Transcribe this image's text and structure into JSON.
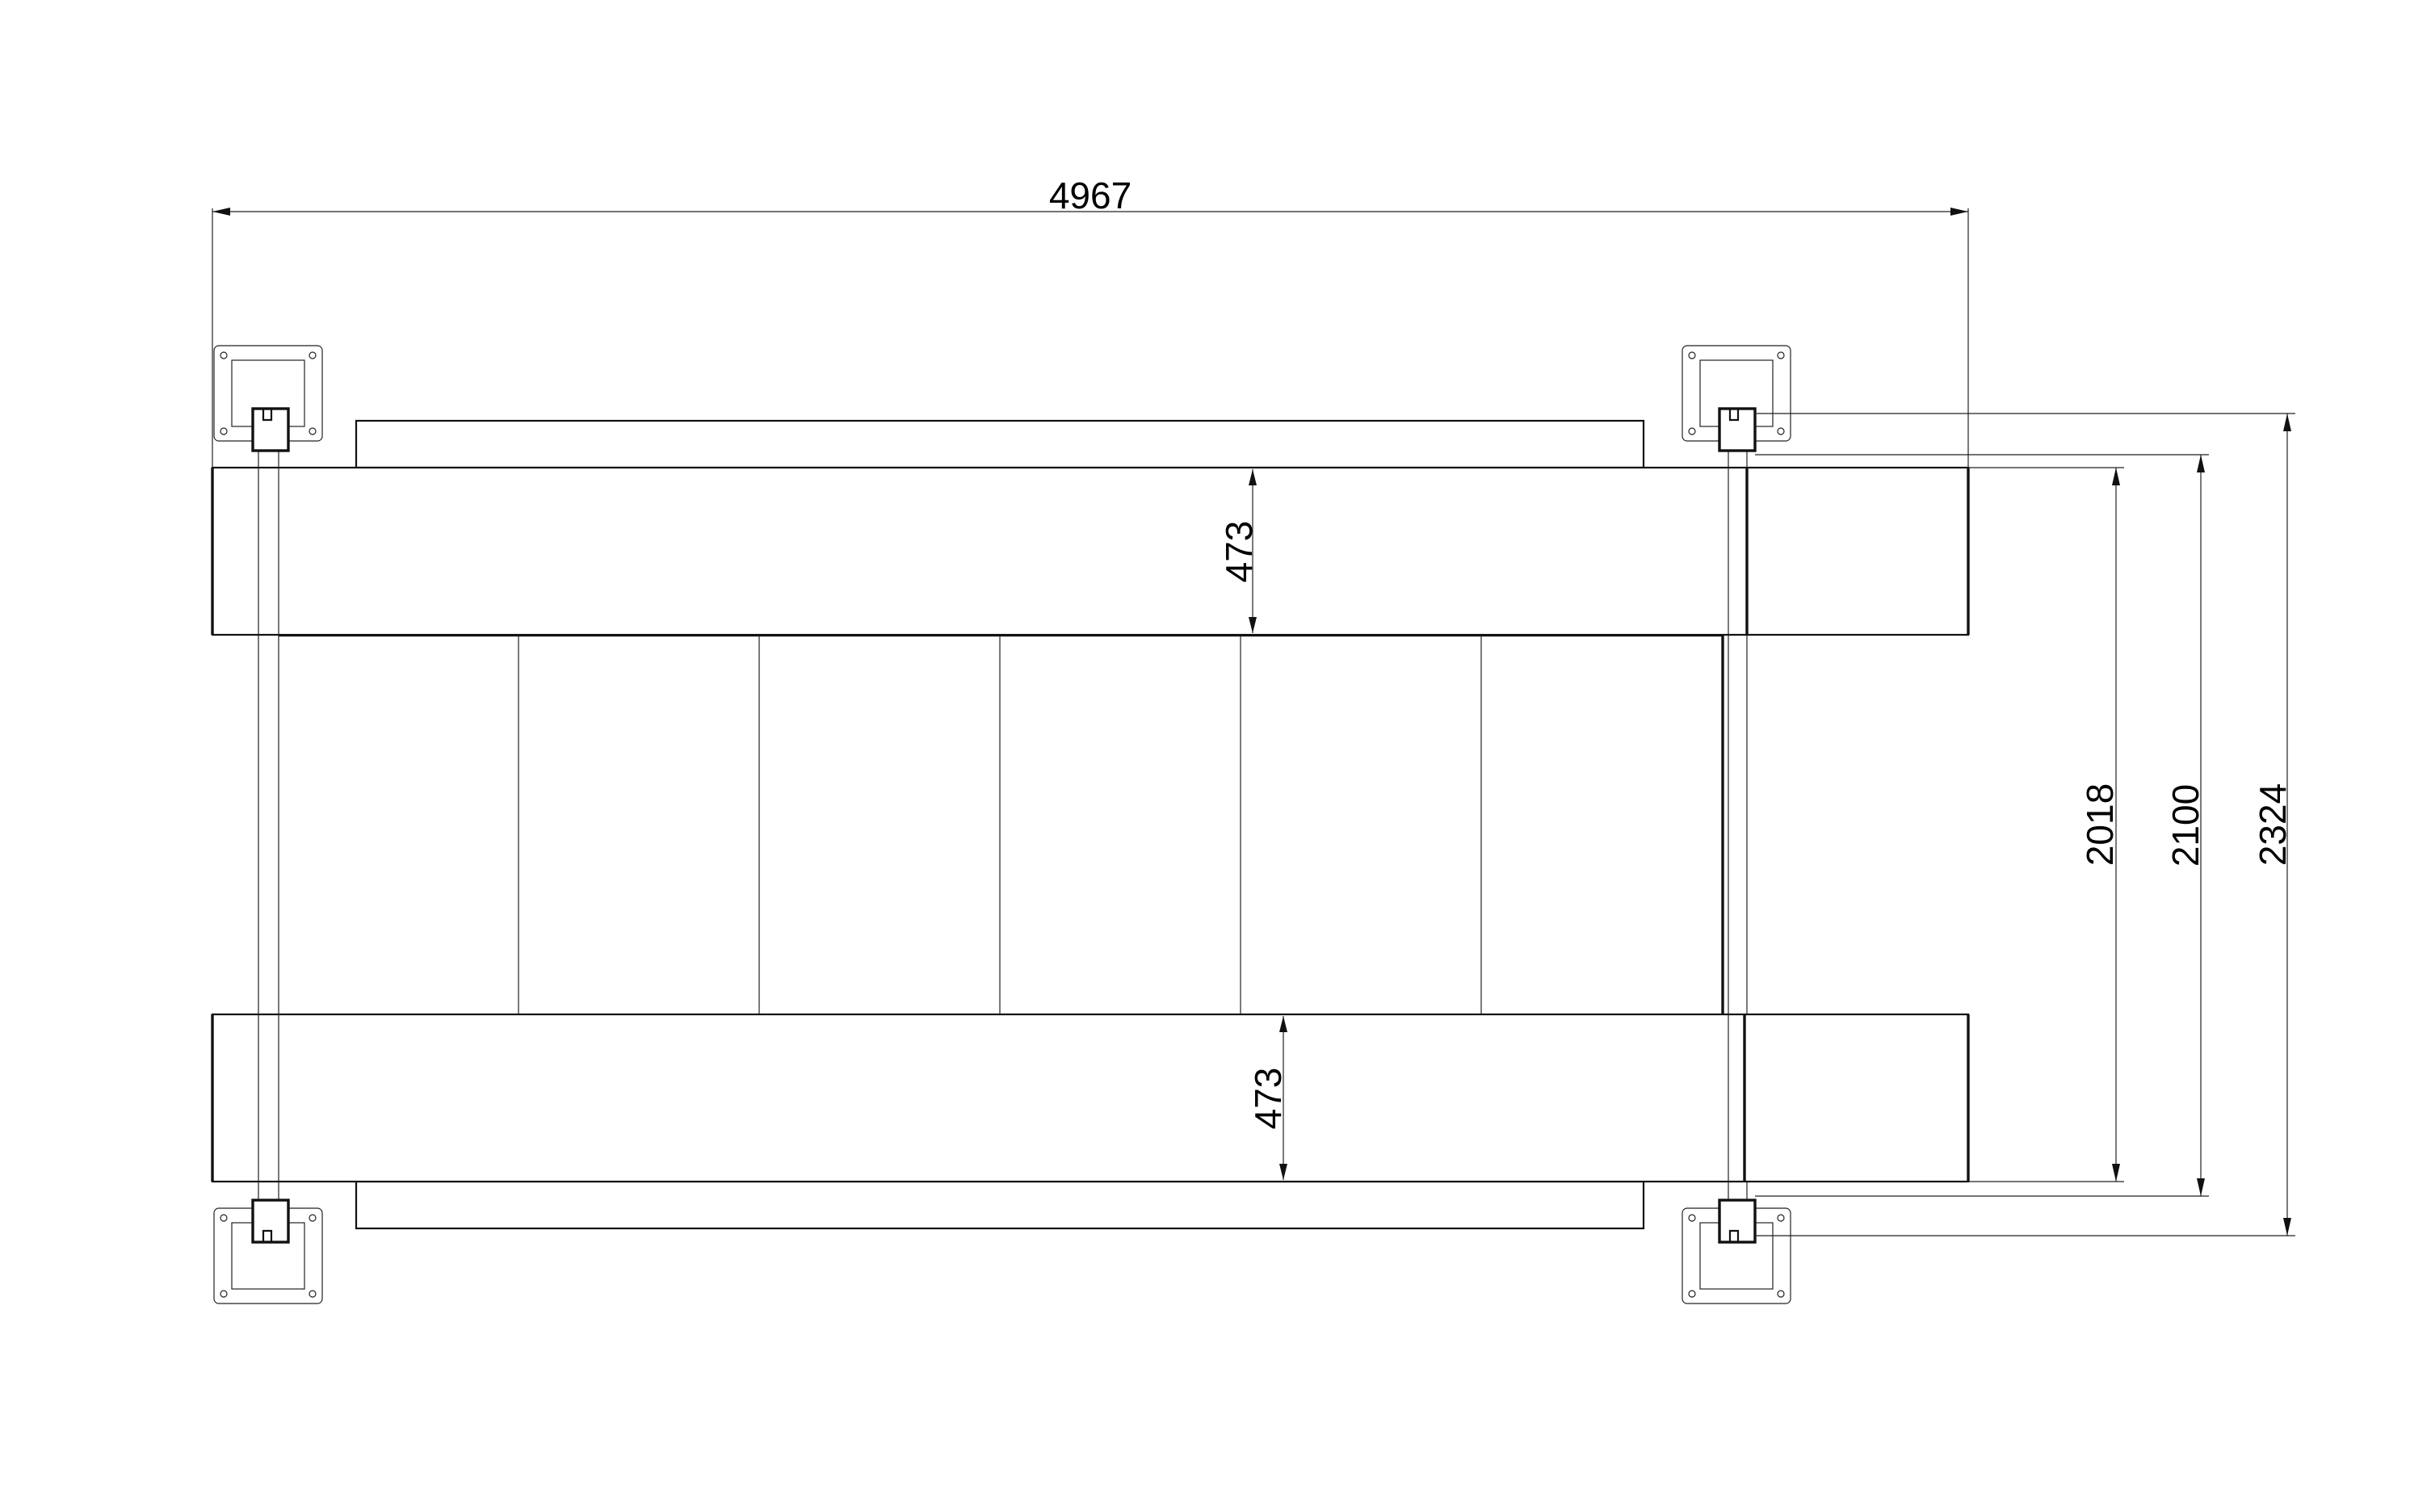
{
  "dimensions": {
    "overall_length": "4967",
    "runway_width_top": "473",
    "runway_width_bottom": "473",
    "inner_width": "2018",
    "column_centers": "2100",
    "overall_width": "2324"
  },
  "colors": {
    "line": "#111111",
    "background": "#ffffff"
  }
}
